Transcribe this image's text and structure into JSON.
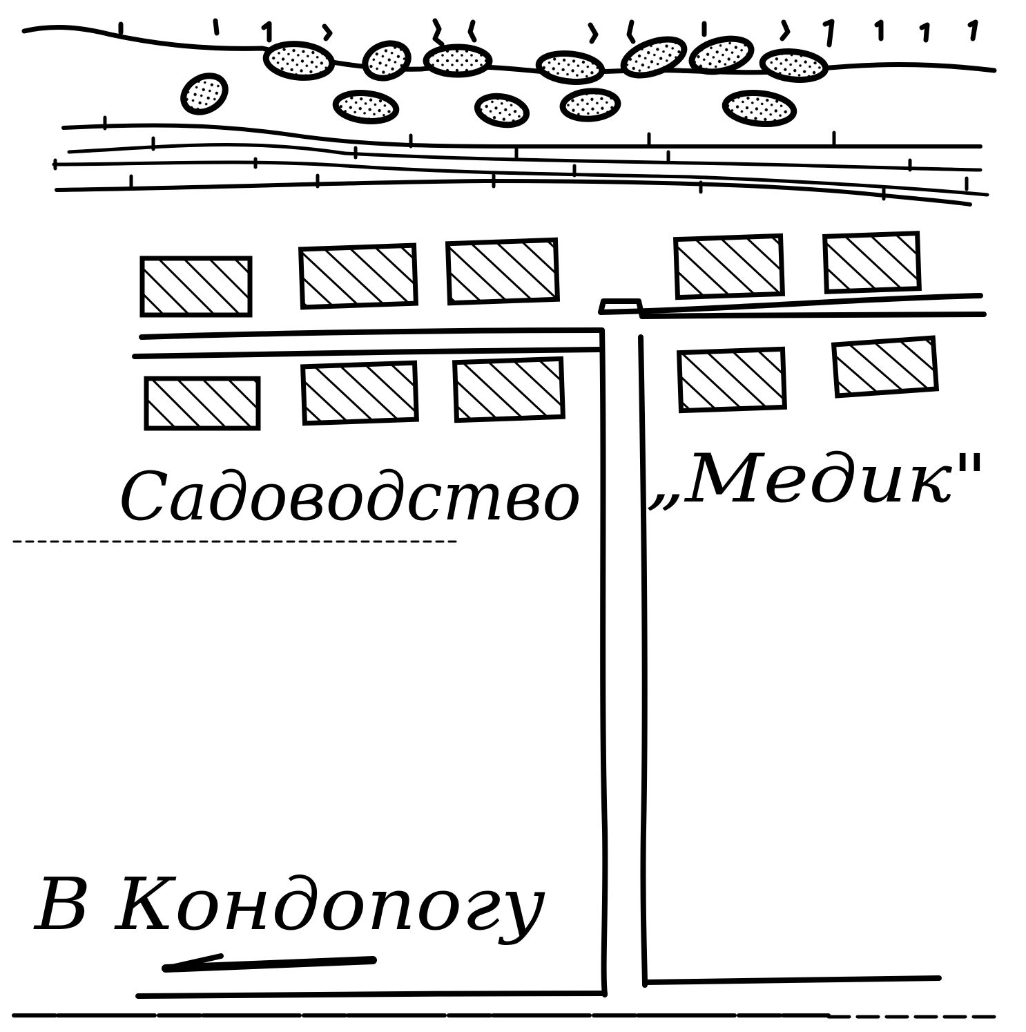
{
  "colors": {
    "ink": "#000000",
    "paper": "#ffffff"
  },
  "labels": {
    "settlement_left": "Садоводство",
    "settlement_right": "„Медик\"",
    "direction": "В Кондопогу"
  },
  "icons": {
    "direction_arrow": "arrow-left-icon",
    "plot_symbol": "hatched-rectangle",
    "stone_symbol": "stippled-stone"
  }
}
